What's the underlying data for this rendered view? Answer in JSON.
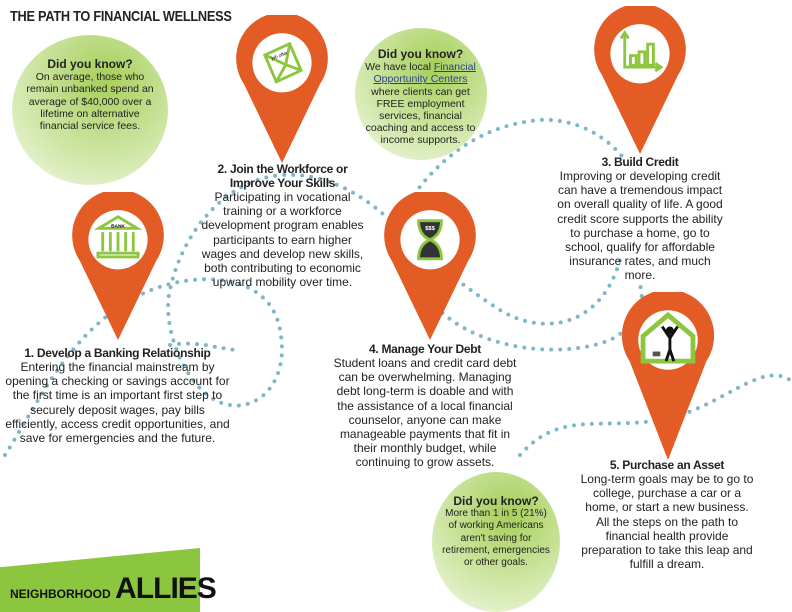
{
  "title": "THE PATH TO FINANCIAL WELLNESS",
  "colors": {
    "pin": "#e35b25",
    "green": "#8cc63f",
    "path_dots": "#7fb6c9"
  },
  "did_you_know": [
    {
      "heading": "Did you know?",
      "text": "On average, those who remain unbanked spend an average of $40,000 over a lifetime on alternative financial service fees."
    },
    {
      "heading": "Did you know?",
      "text_before": "We have local ",
      "link": "Financial Opportunity Centers",
      "text_after": " where clients can get FREE employment services, financial coaching and access to income supports."
    },
    {
      "heading": "Did you know?",
      "text": "More than 1 in 5 (21%) of working Americans aren't saving for retirement, emergencies or other goals."
    }
  ],
  "steps": [
    {
      "title": "1. Develop a Banking Relationship",
      "icon": "bank-icon",
      "icon_label": "BANK",
      "body": "Entering the financial mainstream by opening a checking or savings account for the first time is an important first step to securely deposit wages, pay bills efficiently, access credit opportunities, and save for emergencies and the future."
    },
    {
      "title": "2. Join the Workforce or Improve Your Skills",
      "icon": "job-offer-envelope-icon",
      "icon_label": "job offer",
      "body": "Participating in vocational training or a workforce development program enables participants to earn higher wages and develop new skills, both contributing to economic upward mobility over time."
    },
    {
      "title": "3. Build Credit",
      "icon": "bar-chart-icon",
      "body": "Improving or developing credit can have a tremendous impact on overall quality of life. A good credit score supports the ability to purchase a home, go to school, qualify for affordable insurance rates, and much more."
    },
    {
      "title": "4. Manage Your Debt",
      "icon": "hourglass-money-icon",
      "icon_label": "$$$",
      "body": "Student loans and credit card debt can be overwhelming. Managing debt long-term is doable and with the assistance of a local financial counselor, anyone can make manageable payments that fit in their monthly budget, while continuing to grow assets."
    },
    {
      "title": "5. Purchase an Asset",
      "icon": "house-person-icon",
      "body": "Long-term goals may be to go to college, purchase a car or a home, or start a new business. All the steps on the path to financial health provide preparation to take this leap and fulfill a dream."
    }
  ],
  "logo": {
    "part1": "NEIGHBORHOOD",
    "part2": "ALLIES"
  }
}
